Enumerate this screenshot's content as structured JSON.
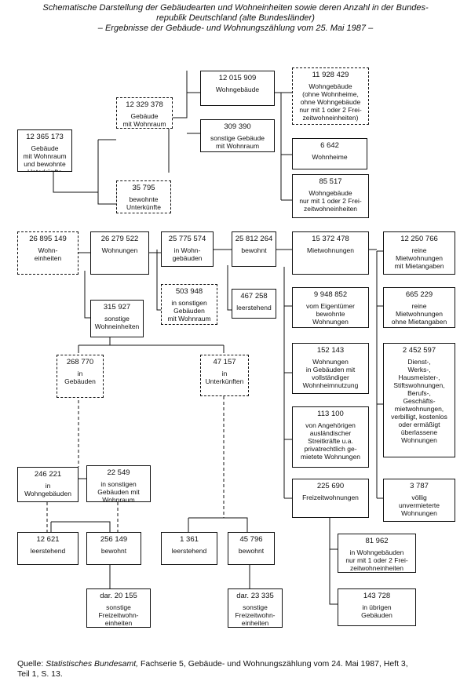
{
  "title": {
    "line1": "Schematische Darstellung der Gebäudearten und Wohneinheiten sowie deren Anzahl in der Bundes-",
    "line2": "republik Deutschland (alte Bundesländer)",
    "line3": "– Ergebnisse der Gebäude- und Wohnungszählung vom 25. Mai 1987 –"
  },
  "boxes": {
    "gebaeude_wohnraum_unterkuenfte": {
      "value": "12 365 173",
      "label": "Gebäude\nmit Wohnraum\nund bewohnte\nUnterkünfte"
    },
    "gebaeude_mit_wohnraum": {
      "value": "12 329 378",
      "label": "Gebäude\nmit Wohnraum"
    },
    "bewohnte_unterkuenfte": {
      "value": "35 795",
      "label": "bewohnte\nUnterkünfte"
    },
    "wohngebaeude": {
      "value": "12 015 909",
      "label": "Wohngebäude"
    },
    "sonstige_gebaeude": {
      "value": "309 390",
      "label": "sonstige Gebäude\nmit Wohnraum"
    },
    "wohngebaeude_ohne_wohnheime": {
      "value": "11 928 429",
      "label": "Wohngebäude\n(ohne Wohnheime,\nohne Wohngebäude\nnur mit 1 oder 2 Frei-\nzeitwohneinheiten)"
    },
    "wohnheime": {
      "value": "6 642",
      "label": "Wohnheime"
    },
    "wohngebaeude_freizeit": {
      "value": "85 517",
      "label": "Wohngebäude\nnur mit 1 oder 2 Frei-\nzeitwohneinheiten"
    },
    "wohneinheiten": {
      "value": "26 895 149",
      "label": "Wohn-\neinheiten"
    },
    "wohnungen": {
      "value": "26 279 522",
      "label": "Wohnungen"
    },
    "in_wohngebaeuden": {
      "value": "25 775 574",
      "label": "in Wohn-\ngebäuden"
    },
    "in_sonstigen_gebaeuden": {
      "value": "503 948",
      "label": "in sonstigen\nGebäuden\nmit Wohnraum"
    },
    "bewohnt_main": {
      "value": "25 812 264",
      "label": "bewohnt"
    },
    "leerstehend_main": {
      "value": "467 258",
      "label": "leerstehend"
    },
    "mietwohnungen": {
      "value": "15 372 478",
      "label": "Mietwohnungen"
    },
    "eigentuemer": {
      "value": "9 948 852",
      "label": "vom Eigentümer\nbewohnte\nWohnungen"
    },
    "wohnungen_vollst": {
      "value": "152 143",
      "label": "Wohnungen\nin Gebäuden mit\nvollständiger\nWohnheimnutzung"
    },
    "streitkraefte": {
      "value": "113 100",
      "label": "von Angehörigen\nausländischer\nStreitkräfte u.a.\nprivatrechtlich ge-\nmietete Wohnungen"
    },
    "freizeitwohnungen": {
      "value": "225 690",
      "label": "Freizeitwohnungen"
    },
    "reine_mit_mietangaben": {
      "value": "12 250 766",
      "label": "reine\nMietwohnungen\nmit Mietangaben"
    },
    "reine_ohne_mietangaben": {
      "value": "665 229",
      "label": "reine\nMietwohnungen\nohne Mietangaben"
    },
    "dienst": {
      "value": "2 452 597",
      "label": "Dienst-,\nWerks-,\nHausmeister-,\nStiftswohnungen,\nBerufs-,\nGeschäfts-\nmietwohnungen,\nverbilligt, kostenlos\noder ermäßigt\nüberlassene\nWohnungen"
    },
    "voellig_unvermietet": {
      "value": "3 787",
      "label": "völlig\nunvermieterte\nWohnungen"
    },
    "sonstige_wohneinheiten": {
      "value": "315 927",
      "label": "sonstige\nWohneinheiten"
    },
    "in_gebaeuden": {
      "value": "268 770",
      "label": "in\nGebäuden"
    },
    "in_unterkuenften": {
      "value": "47 157",
      "label": "in\nUnterkünften"
    },
    "in_wohngebaeuden_small": {
      "value": "246 221",
      "label": "in\nWohngebäuden"
    },
    "in_sonstigen_small": {
      "value": "22 549",
      "label": "in sonstigen\nGebäuden mit\nWohnraum"
    },
    "leerstehend_a": {
      "value": "12 621",
      "label": "leerstehend"
    },
    "bewohnt_a": {
      "value": "256 149",
      "label": "bewohnt"
    },
    "davon_a": {
      "value": "dar. 20 155",
      "label": "sonstige\nFreizeitwohn-\neinheiten"
    },
    "leerstehend_b": {
      "value": "1 361",
      "label": "leerstehend"
    },
    "bewohnt_b": {
      "value": "45 796",
      "label": "bewohnt"
    },
    "davon_b": {
      "value": "dar. 23 335",
      "label": "sonstige\nFreizeitwohn-\neinheiten"
    },
    "freizeit_wohngebaeude": {
      "value": "81 962",
      "label": "in Wohngebäuden\nnur mit 1 oder 2 Frei-\nzeitwohneinheiten"
    },
    "freizeit_uebrige": {
      "value": "143 728",
      "label": "in übrigen\nGebäuden"
    }
  },
  "source": {
    "prefix": "Quelle: ",
    "italic": "Statistisches Bundesamt,",
    "rest": " Fachserie 5, Gebäude- und Wohnungszählung vom 24. Mai 1987, Heft 3,",
    "line2": "Teil 1, S. 13."
  }
}
